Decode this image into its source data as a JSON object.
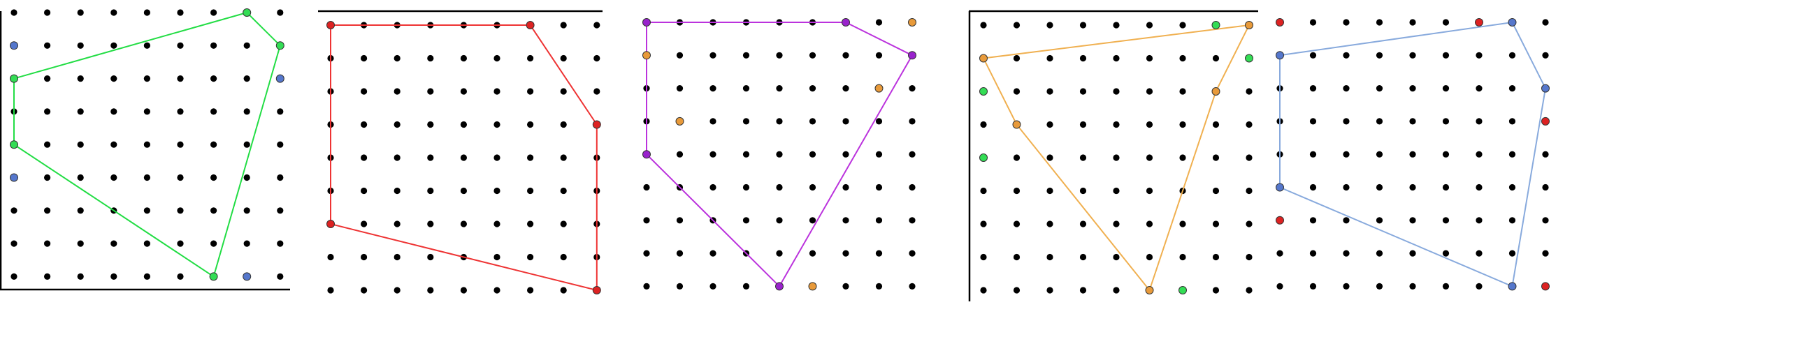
{
  "colors": {
    "dot": "#000000",
    "frame": "#000000",
    "green": "#22dd44",
    "green_fill": "#33dd55",
    "red": "#ee3333",
    "red_fill": "#dd2222",
    "purple": "#bb33dd",
    "purple_fill": "#9922cc",
    "orange": "#f0b050",
    "orange_fill": "#e89a3a",
    "blue": "#88aadd",
    "blue_fill": "#5577cc"
  },
  "panels": [
    {
      "cols": 9,
      "rows": 9,
      "shape_color": "green",
      "fill_color": "green_fill",
      "polygon": [
        [
          7,
          0
        ],
        [
          8,
          1
        ],
        [
          6,
          8
        ],
        [
          0,
          4
        ],
        [
          0,
          2
        ]
      ],
      "extra_points": [
        {
          "c": 0,
          "r": 1,
          "color": "blue_fill"
        },
        {
          "c": 8,
          "r": 2,
          "color": "blue_fill"
        },
        {
          "c": 0,
          "r": 5,
          "color": "blue_fill"
        },
        {
          "c": 7,
          "r": 8,
          "color": "blue_fill"
        }
      ],
      "frame": [
        "left",
        "bottom"
      ]
    },
    {
      "cols": 9,
      "rows": 9,
      "shape_color": "red",
      "fill_color": "red_fill",
      "polygon": [
        [
          0,
          0
        ],
        [
          6,
          0
        ],
        [
          8,
          3
        ],
        [
          8,
          8
        ],
        [
          0,
          6
        ]
      ],
      "extra_points": [],
      "frame": [
        "top"
      ]
    },
    {
      "cols": 9,
      "rows": 9,
      "shape_color": "purple",
      "fill_color": "purple_fill",
      "polygon": [
        [
          0,
          0
        ],
        [
          6,
          0
        ],
        [
          8,
          1
        ],
        [
          4,
          8
        ],
        [
          0,
          4
        ]
      ],
      "extra_points": [
        {
          "c": 8,
          "r": 0,
          "color": "orange_fill"
        },
        {
          "c": 0,
          "r": 1,
          "color": "orange_fill"
        },
        {
          "c": 7,
          "r": 2,
          "color": "orange_fill"
        },
        {
          "c": 1,
          "r": 3,
          "color": "orange_fill"
        },
        {
          "c": 5,
          "r": 8,
          "color": "orange_fill"
        }
      ],
      "frame": []
    },
    {
      "cols": 9,
      "rows": 9,
      "shape_color": "orange",
      "fill_color": "orange_fill",
      "polygon": [
        [
          8,
          0
        ],
        [
          7,
          2
        ],
        [
          5,
          8
        ],
        [
          1,
          3
        ],
        [
          0,
          1
        ]
      ],
      "extra_points": [
        {
          "c": 7,
          "r": 0,
          "color": "green_fill"
        },
        {
          "c": 8,
          "r": 1,
          "color": "green_fill"
        },
        {
          "c": 0,
          "r": 2,
          "color": "green_fill"
        },
        {
          "c": 0,
          "r": 4,
          "color": "green_fill"
        },
        {
          "c": 6,
          "r": 8,
          "color": "green_fill"
        }
      ],
      "frame": [
        "left",
        "top"
      ]
    },
    {
      "cols": 9,
      "rows": 9,
      "shape_color": "blue",
      "fill_color": "blue_fill",
      "polygon": [
        [
          7,
          0
        ],
        [
          8,
          2
        ],
        [
          7,
          8
        ],
        [
          0,
          5
        ],
        [
          0,
          1
        ]
      ],
      "extra_points": [
        {
          "c": 0,
          "r": 0,
          "color": "red_fill"
        },
        {
          "c": 6,
          "r": 0,
          "color": "red_fill"
        },
        {
          "c": 8,
          "r": 3,
          "color": "red_fill"
        },
        {
          "c": 0,
          "r": 6,
          "color": "red_fill"
        },
        {
          "c": 8,
          "r": 8,
          "color": "red_fill"
        }
      ],
      "frame": []
    }
  ]
}
